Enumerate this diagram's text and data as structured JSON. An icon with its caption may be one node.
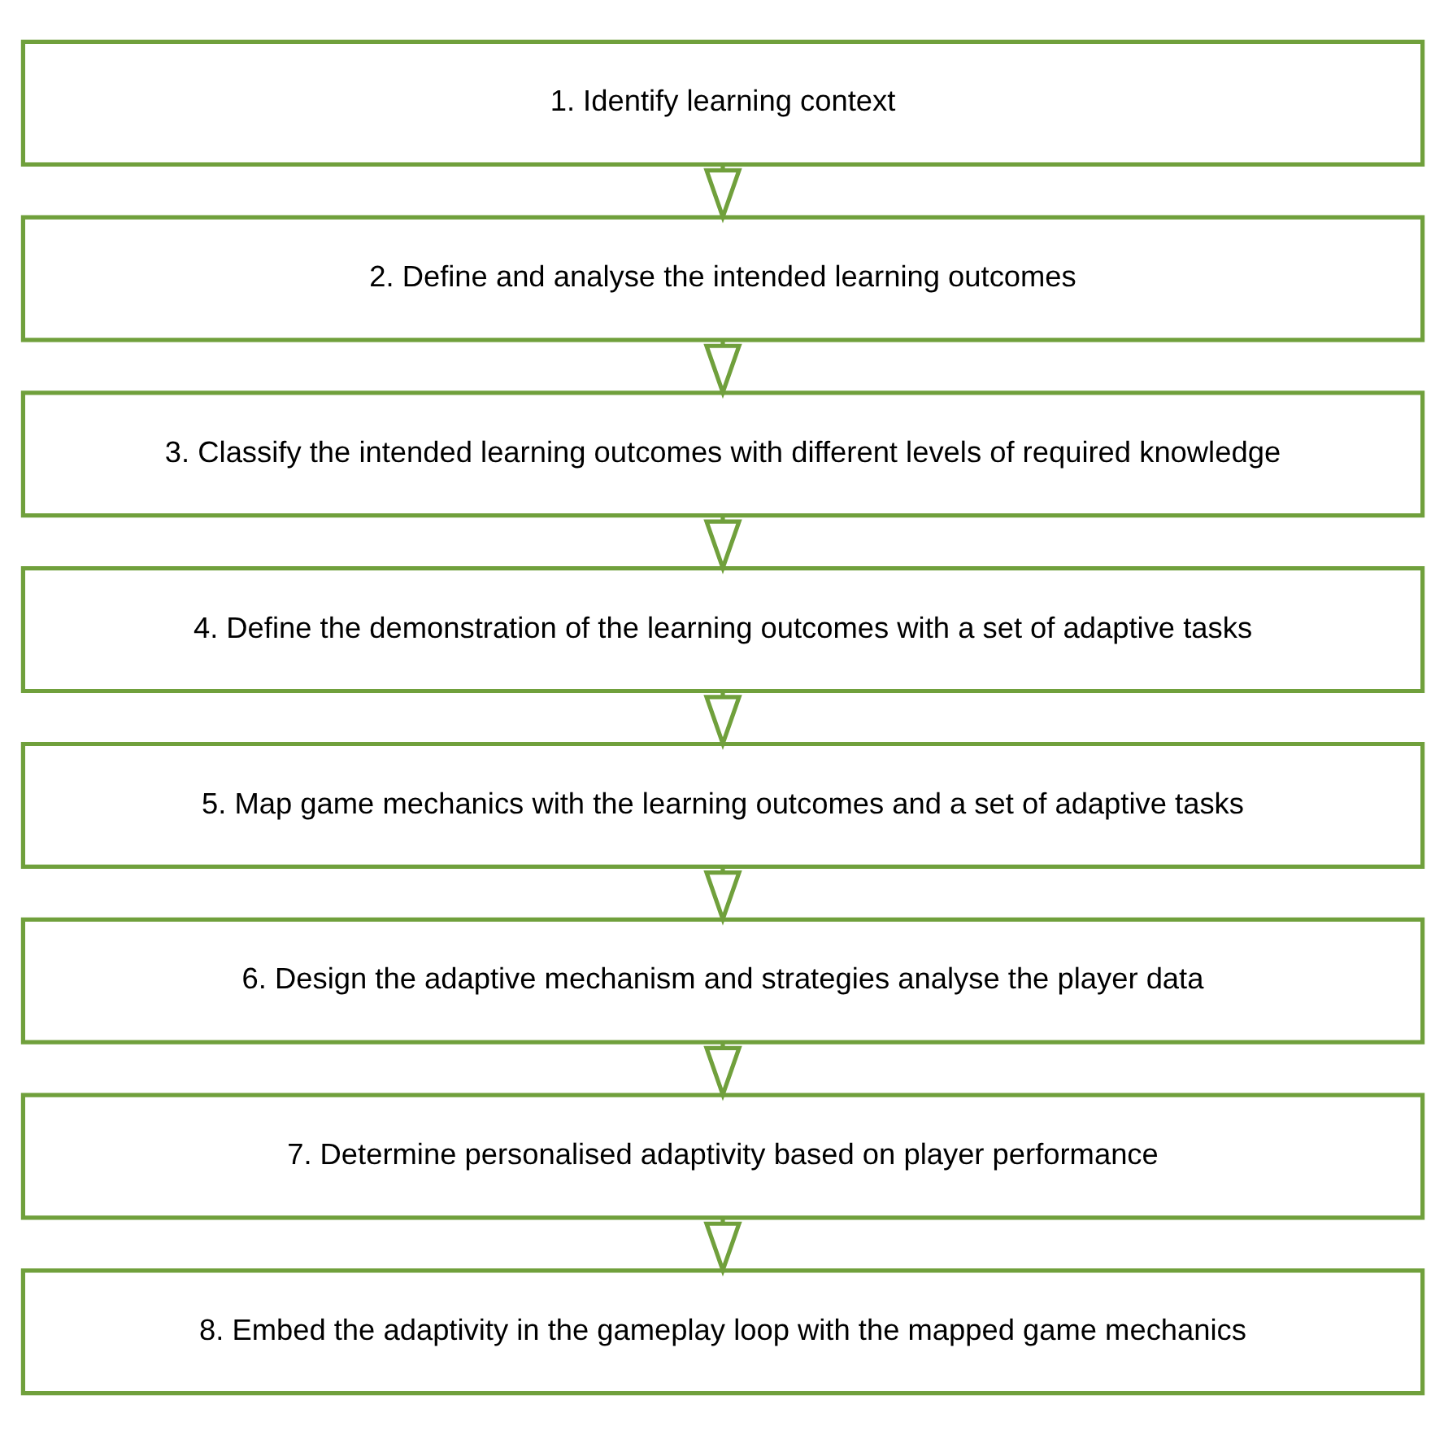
{
  "diagram": {
    "nodes": [
      {
        "text": [
          "1. Identify learning context"
        ]
      },
      {
        "text": [
          "2. Define and analyse the intended learning outcomes"
        ]
      },
      {
        "text": [
          "3. Classify the intended learning outcomes with different levels of required knowledge"
        ]
      },
      {
        "text": [
          "4. Define the demonstration of the learning outcomes with a set of adaptive tasks"
        ]
      },
      {
        "text": [
          "5. Map game mechanics with the learning outcomes and a set of adaptive tasks"
        ]
      },
      {
        "text": [
          "6. Design the adaptive mechanism and strategies analyse the player data"
        ]
      },
      {
        "text": [
          "7. Determine personalised adaptivity based on player performance"
        ]
      },
      {
        "text": [
          "8. Embed the adaptivity in the gameplay loop with the mapped game mechanics"
        ]
      }
    ],
    "edges": [
      {
        "from": 0,
        "to": 1,
        "arrow": "to"
      },
      {
        "from": 1,
        "to": 2,
        "arrow": "to"
      },
      {
        "from": 2,
        "to": 3,
        "arrow": "to"
      },
      {
        "from": 3,
        "to": 4,
        "arrow": "to"
      },
      {
        "from": 4,
        "to": 5,
        "arrow": "to"
      },
      {
        "from": 5,
        "to": 6,
        "arrow": "to"
      },
      {
        "from": 6,
        "to": 7,
        "arrow": "to"
      }
    ]
  }
}
